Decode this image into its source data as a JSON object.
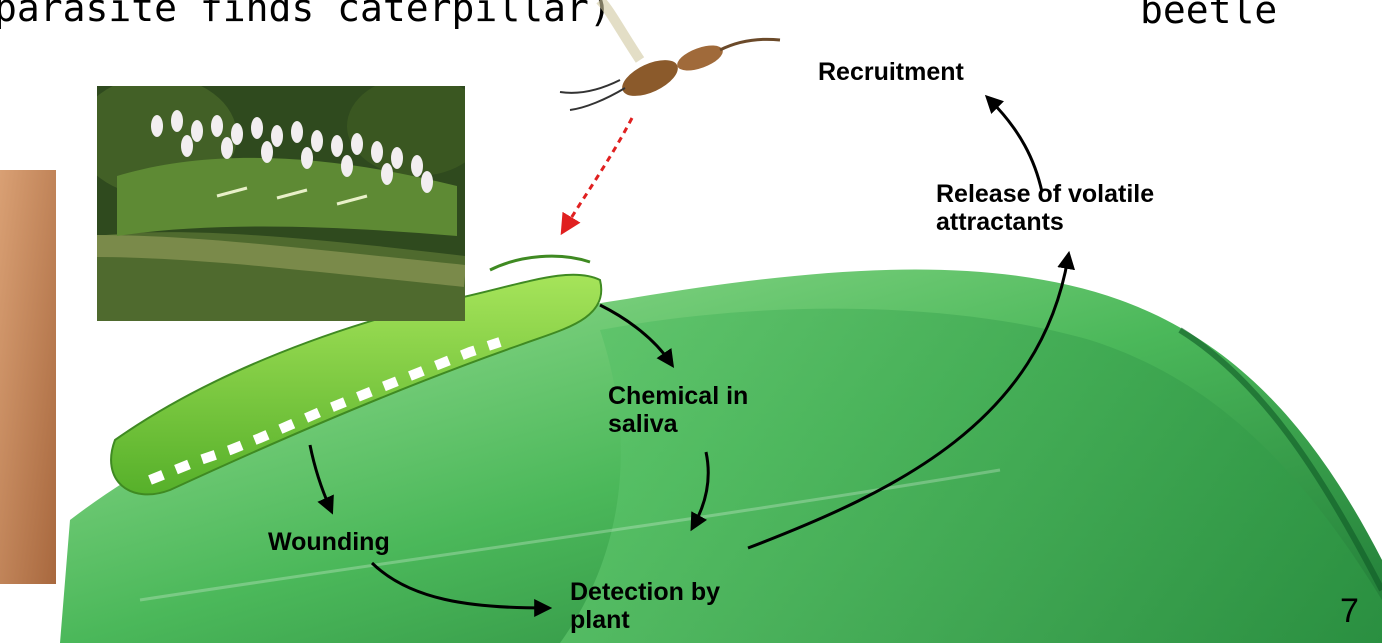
{
  "slide": {
    "title_fragment": "parasite finds caterpillar)",
    "corner_fragment": "beetle",
    "page_number": "7"
  },
  "labels": {
    "recruitment": "Recruitment",
    "release": "Release of volatile\nattractants",
    "chemical": "Chemical in\nsaliva",
    "wounding": "Wounding",
    "detection": "Detection by\nplant"
  },
  "colors": {
    "leaf_light": "#8fd987",
    "leaf_mid": "#3fae4f",
    "leaf_dark": "#1f7a36",
    "caterpillar": "#7ccf3a",
    "red_arrow": "#e02020",
    "skin_photo": "#c98a5a"
  }
}
